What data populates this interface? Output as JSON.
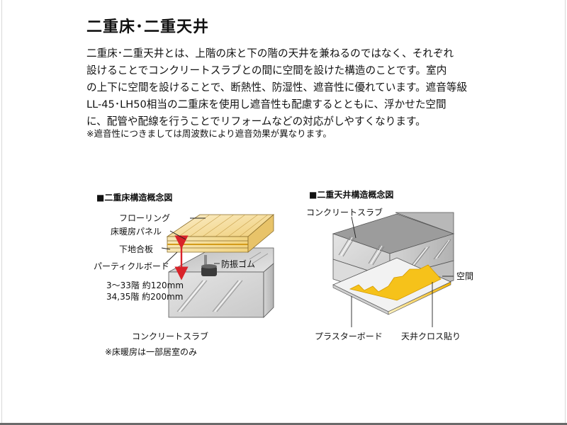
{
  "page": {
    "title": "二重床･二重天井",
    "body_lines": [
      "二重床･二重天井とは、上階の床と下の階の天井を兼ねるのではなく、それぞれ",
      "設けることでコンクリートスラブとの間に空間を設けた構造のことです。室内",
      "の上下に空間を設けることで、断熱性、防湿性、遮音性に優れています。遮音等級",
      "LL-45･LH50相当の二重床を使用し遮音性も配慮するとともに、浮かせた空間",
      "に、配管や配線を行うことでリフォームなどの対応がしやすくなります。"
    ],
    "note": "※遮音性につきましては周波数により遮音効果が異なります。"
  },
  "floor_diagram": {
    "caption": "■二重床構造概念図",
    "labels": {
      "flooring": "フローリング",
      "floor_heating": "床暖房パネル",
      "subfloor": "下地合板",
      "particle_board": "パーティクルボード",
      "rubber": "防振ゴム",
      "height_1": "3～33階 約120mm",
      "height_2": "34,35階 約200mm",
      "slab": "コンクリートスラブ"
    },
    "note": "※床暖房は一部居室のみ"
  },
  "ceiling_diagram": {
    "caption": "■二重天井構造概念図",
    "labels": {
      "slab": "コンクリートスラブ",
      "space": "空間",
      "plasterboard": "プラスターボード",
      "cloth": "天井クロス貼り"
    }
  },
  "colors": {
    "arrow": "#d9232a",
    "wood": "#f5dfa4",
    "concrete": "#cfcfcf",
    "yellow": "#f6c21a"
  }
}
